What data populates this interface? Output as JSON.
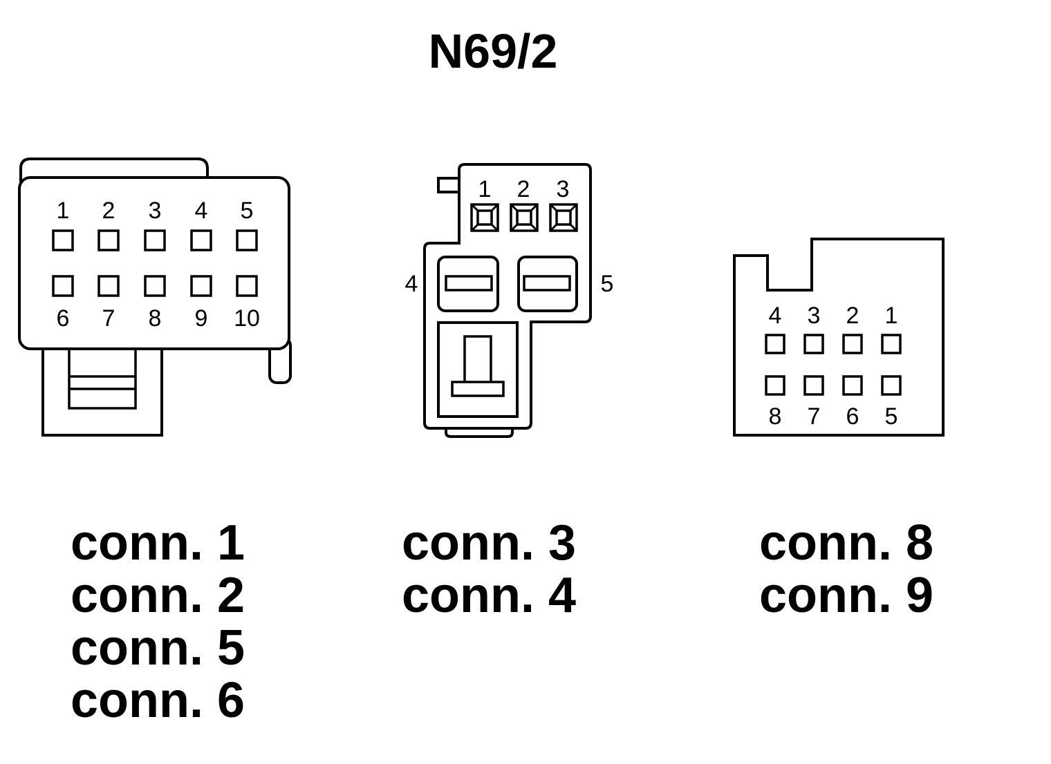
{
  "title": "N69/2",
  "connector_a": {
    "top_pins": [
      "1",
      "2",
      "3",
      "4",
      "5"
    ],
    "bottom_pins": [
      "6",
      "7",
      "8",
      "9",
      "10"
    ],
    "captions": [
      "conn. 1",
      "conn. 2",
      "conn. 5",
      "conn. 6"
    ]
  },
  "connector_b": {
    "top_pins": [
      "1",
      "2",
      "3"
    ],
    "left_pin": "4",
    "right_pin": "5",
    "captions": [
      "conn. 3",
      "conn. 4"
    ]
  },
  "connector_c": {
    "top_pins": [
      "4",
      "3",
      "2",
      "1"
    ],
    "bottom_pins": [
      "8",
      "7",
      "6",
      "5"
    ],
    "captions": [
      "conn. 8",
      "conn. 9"
    ]
  }
}
